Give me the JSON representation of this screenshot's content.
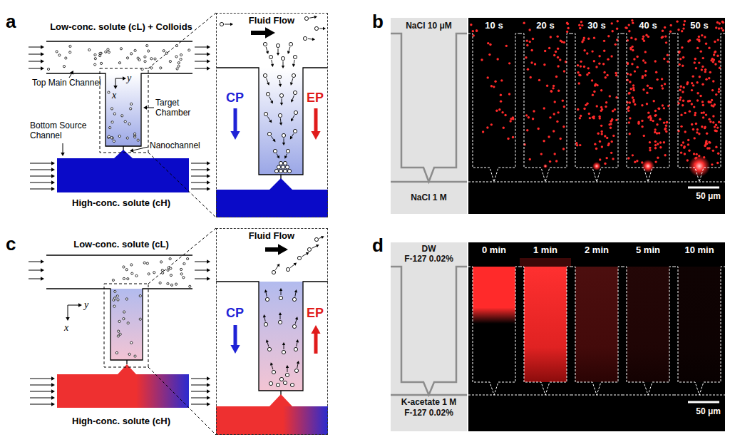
{
  "diagram": {
    "nodes": [
      {
        "text": [
          "Fluid Flow",
          "CP",
          "EP"
        ]
      },
      {
        "text": [
          "NaCl 10 μM",
          "NaCl 1 M"
        ]
      },
      {
        "text": [
          "10 s"
        ]
      },
      {
        "text": [
          "20 s"
        ]
      },
      {
        "text": [
          "30 s"
        ]
      },
      {
        "text": [
          "40 s"
        ]
      },
      {
        "text": [
          "50 s",
          "50 μm"
        ]
      },
      {
        "text": [
          "Fluid Flow",
          "CP",
          "EP"
        ]
      },
      {
        "text": [
          "DW",
          "F-127 0.02%",
          "K-acetate 1 M",
          "F-127 0.02%"
        ]
      },
      {
        "text": [
          "0 min"
        ]
      },
      {
        "text": [
          "1 min"
        ]
      },
      {
        "text": [
          "2 min"
        ]
      },
      {
        "text": [
          "5 min"
        ]
      },
      {
        "text": [
          "10 min",
          "50 μm"
        ]
      }
    ],
    "labels": [
      "a",
      "Low-conc. solute (cL) + Colloids",
      "Top Main Channel",
      "Target Chamber",
      "Bottom Source Channel",
      "Nanochannel",
      "y",
      "x",
      "High-conc. solute (cH)",
      "b",
      "c",
      "Low-conc. solute (cL)",
      "y",
      "x",
      "High-conc. solute (cH)",
      "d"
    ]
  }
}
